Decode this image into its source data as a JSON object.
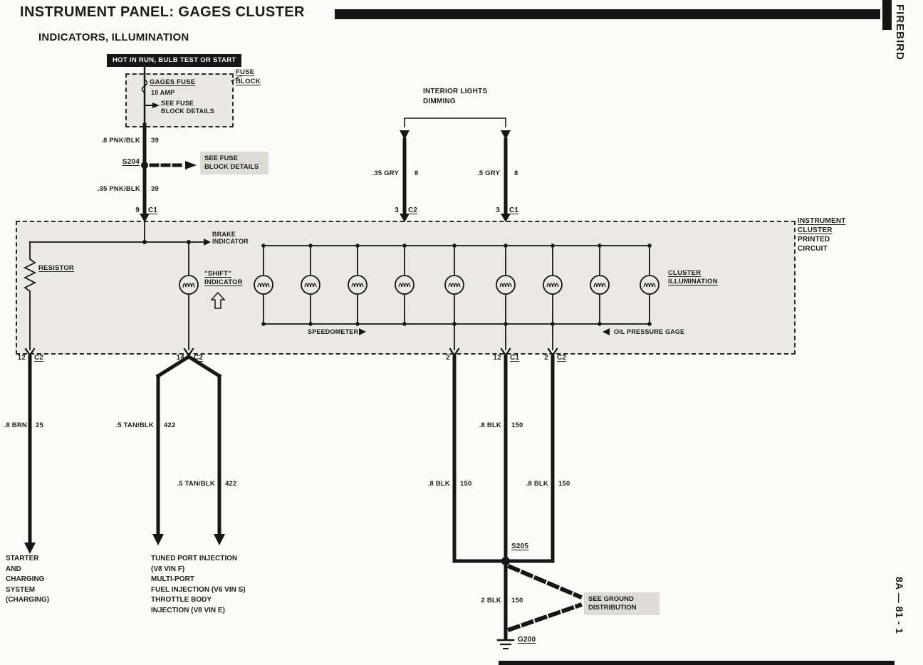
{
  "header": {
    "title": "INSTRUMENT PANEL: GAGES CLUSTER",
    "subtitle": "INDICATORS, ILLUMINATION",
    "side_label": "FIREBIRD",
    "page_ref": "8A — 81 - 1"
  },
  "power": {
    "feed": "HOT IN RUN, BULB TEST OR START",
    "fuse_block": [
      "FUSE",
      "BLOCK"
    ],
    "fuse": "GAGES FUSE",
    "amps": "10 AMP",
    "fuse_note": [
      "SEE FUSE",
      "BLOCK DETAILS"
    ],
    "wire_upper": {
      "gauge": ".8 PNK/BLK",
      "ckt": "39"
    },
    "splice": "S204",
    "see_fuse": [
      "SEE FUSE",
      "BLOCK DETAILS"
    ],
    "wire_lower": {
      "gauge": ".35 PNK/BLK",
      "ckt": "39"
    },
    "conn": {
      "pin": "9",
      "name": "C1"
    }
  },
  "dimmer": {
    "label": [
      "INTERIOR LIGHTS",
      "DIMMING"
    ],
    "left": {
      "gauge": ".35 GRY",
      "ckt": "8",
      "pin": "3",
      "conn": "C2"
    },
    "right": {
      "gauge": ".5 GRY",
      "ckt": "8",
      "pin": "3",
      "conn": "C1"
    }
  },
  "cluster": {
    "label": [
      "INSTRUMENT",
      "CLUSTER",
      "PRINTED",
      "CIRCUIT"
    ],
    "resistor": "RESISTOR",
    "brake": [
      "BRAKE",
      "INDICATOR"
    ],
    "shift": [
      "\"SHIFT\"",
      "INDICATOR"
    ],
    "illumination": [
      "CLUSTER",
      "ILLUMINATION"
    ],
    "speedometer": "SPEEDOMETER",
    "oil": "OIL PRESSURE GAGE"
  },
  "exits": {
    "left": {
      "pin": "12",
      "conn": "C2"
    },
    "shift": {
      "pin": "14",
      "conn": "C2"
    },
    "e1": {
      "pin": "2"
    },
    "e2": {
      "pin": "12",
      "conn": "C1"
    },
    "e3": {
      "pin": "2",
      "conn": "C2"
    }
  },
  "lower": {
    "brn": {
      "gauge": ".8 BRN",
      "ckt": "25"
    },
    "tan1": {
      "gauge": ".5 TAN/BLK",
      "ckt": "422"
    },
    "tan2": {
      "gauge": ".5 TAN/BLK",
      "ckt": "422"
    },
    "blk_mid": {
      "gauge": ".8 BLK",
      "ckt": "150"
    },
    "blk_left": {
      "gauge": ".8 BLK",
      "ckt": "150"
    },
    "blk_right": {
      "gauge": ".8 BLK",
      "ckt": "150"
    },
    "splice": "S205",
    "blk_ground": {
      "gauge": "2 BLK",
      "ckt": "150"
    },
    "see_ground": [
      "SEE GROUND",
      "DISTRIBUTION"
    ],
    "ground": "G200"
  },
  "destinations": {
    "starter": [
      "STARTER",
      "AND",
      "CHARGING",
      "SYSTEM",
      "(CHARGING)"
    ],
    "injection": [
      "TUNED PORT INJECTION",
      "(V8 VIN F)",
      "MULTI-PORT",
      "FUEL INJECTION (V6 VIN S)",
      "THROTTLE BODY",
      "INJECTION (V8 VIN E)"
    ]
  }
}
